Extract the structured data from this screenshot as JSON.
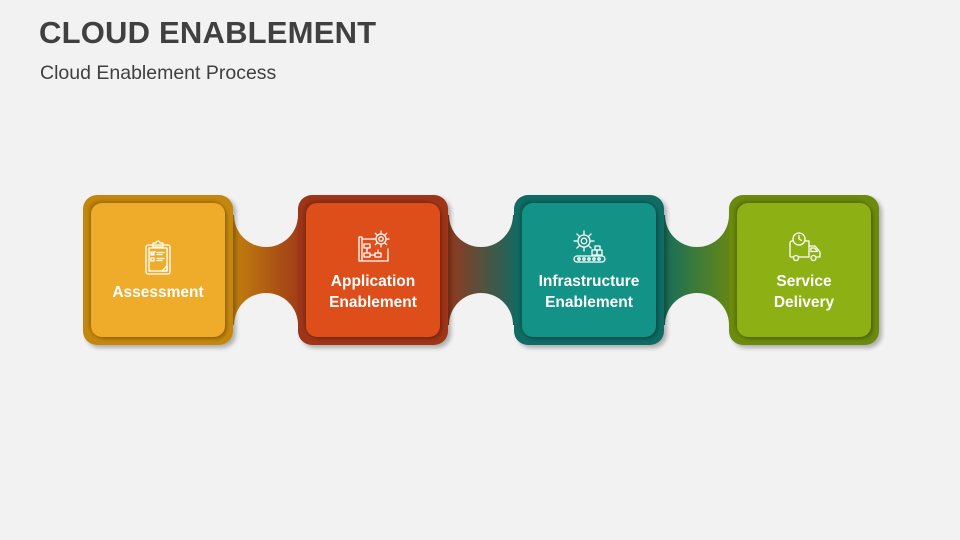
{
  "header": {
    "title": "CLOUD ENABLEMENT",
    "subtitle": "Cloud Enablement Process"
  },
  "steps": [
    {
      "label_line1": "Assessment",
      "label_line2": "",
      "icon": "clipboard-checklist-icon",
      "outer_color": "#c4870e",
      "inner_color": "#efab2a"
    },
    {
      "label_line1": "Application",
      "label_line2": "Enablement",
      "icon": "blueprint-gear-icon",
      "outer_color": "#9e3517",
      "inner_color": "#de4e1b"
    },
    {
      "label_line1": "Infrastructure",
      "label_line2": "Enablement",
      "icon": "gear-conveyor-icon",
      "outer_color": "#0f6b63",
      "inner_color": "#139287"
    },
    {
      "label_line1": "Service",
      "label_line2": "Delivery",
      "icon": "delivery-truck-clock-icon",
      "outer_color": "#6c8a0d",
      "inner_color": "#8db114"
    }
  ],
  "connectors": [
    {
      "from_color": "#c4870e",
      "to_color": "#9e3517"
    },
    {
      "from_color": "#9e3517",
      "to_color": "#0f6b63"
    },
    {
      "from_color": "#0f6b63",
      "to_color": "#6c8a0d"
    }
  ]
}
